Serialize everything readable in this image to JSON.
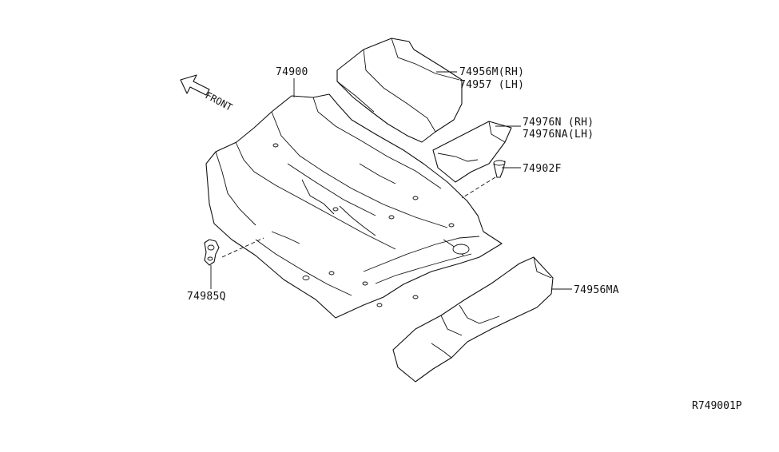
{
  "diagram": {
    "front_label": "FRONT",
    "ref_code": "R749001P",
    "callouts": [
      {
        "id": "floor-carpet",
        "lines": [
          "74900"
        ]
      },
      {
        "id": "rear-mat-side",
        "lines": [
          "74956M(RH)",
          "74957 (LH)"
        ]
      },
      {
        "id": "rear-panel",
        "lines": [
          "74976N (RH)",
          "74976NA(LH)"
        ]
      },
      {
        "id": "clip",
        "lines": [
          "74902F"
        ]
      },
      {
        "id": "fastener",
        "lines": [
          "74985Q"
        ]
      },
      {
        "id": "front-mat",
        "lines": [
          "74956MA"
        ]
      }
    ]
  }
}
